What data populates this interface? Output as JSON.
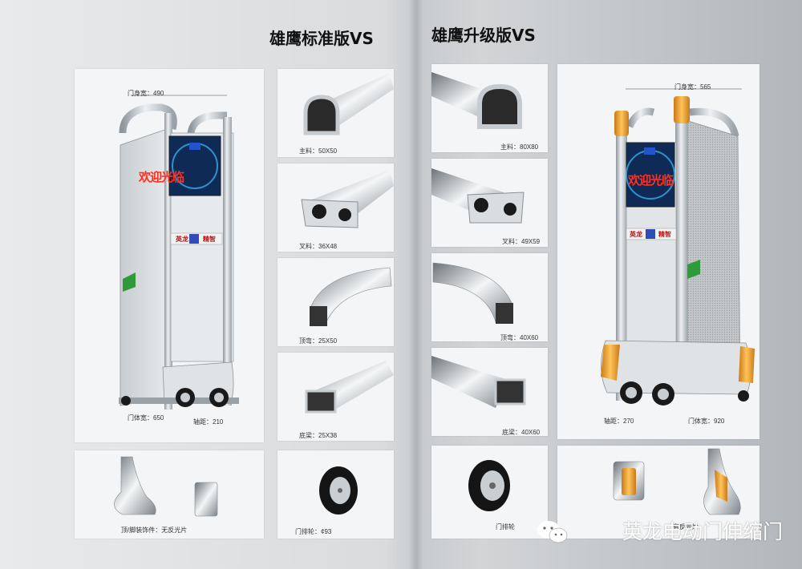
{
  "left": {
    "title": "雄鹰标准版VS",
    "main": {
      "door_width": "门身宽：490",
      "body_width": "门体宽：650",
      "wheelbase": "轴距：210"
    },
    "led": "欢迎光临",
    "brand": [
      "英龙",
      "精智"
    ],
    "parts": [
      {
        "label": "主料：50X50"
      },
      {
        "label": "叉料：36X48"
      },
      {
        "label": "顶弯：25X50"
      },
      {
        "label": "底梁：25X38"
      }
    ],
    "accessory_label": "顶/脚装饰件：无反光片",
    "wheel_label": "门排轮：¢93"
  },
  "right": {
    "title": "雄鹰升级版VS",
    "main": {
      "door_width": "门身宽：565",
      "body_width": "门体宽：920",
      "wheelbase": "轴距：270"
    },
    "led": "欢迎光临",
    "brand": [
      "英龙",
      "精智"
    ],
    "parts": [
      {
        "label": "主料：80X80"
      },
      {
        "label": "叉料：49X59"
      },
      {
        "label": "顶弯：40X60"
      },
      {
        "label": "底梁：40X60"
      }
    ],
    "wheel_label": "门排轮",
    "accessory_label": "有反光片"
  },
  "watermark": "英龙电动门伸缩门",
  "colors": {
    "steel": "#b9bfc4",
    "amber": "#e8a030",
    "led_red": "#ff3020",
    "panel_blue": "#0e2a55"
  }
}
